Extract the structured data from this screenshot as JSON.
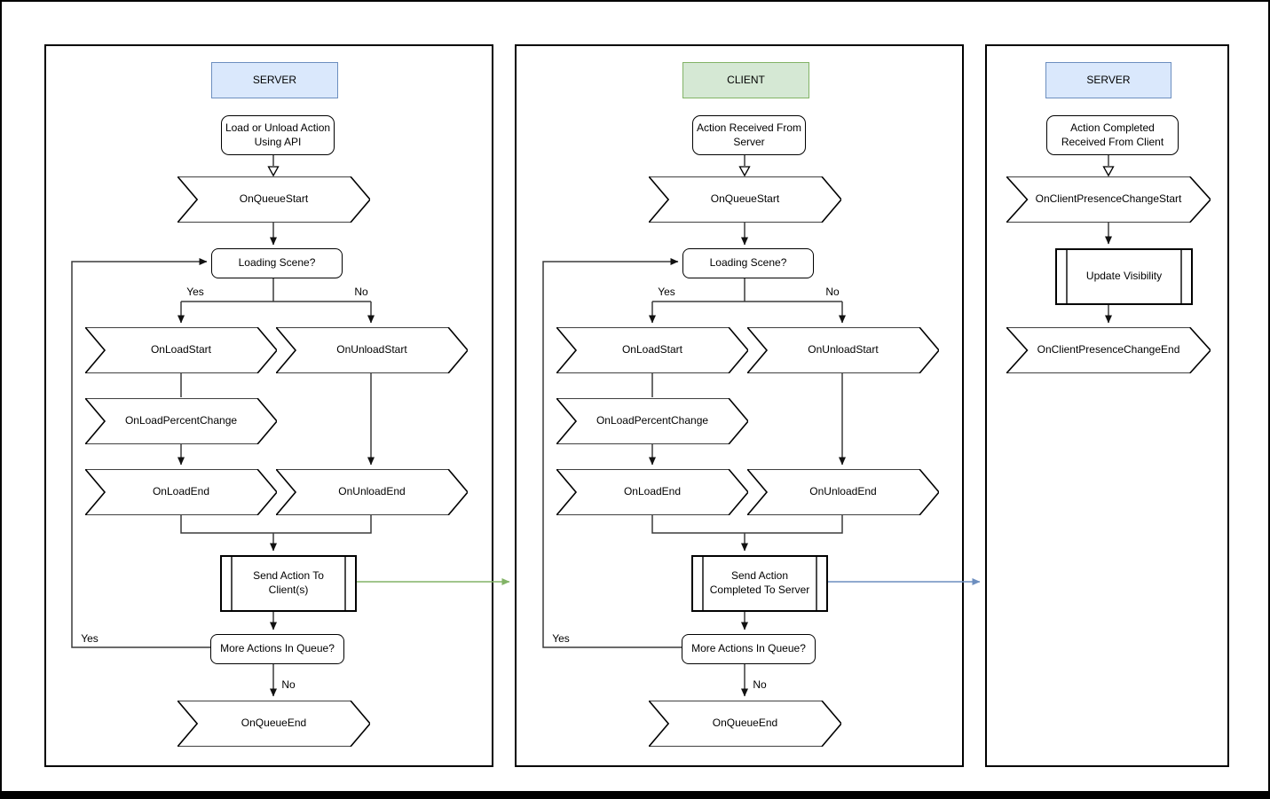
{
  "colors": {
    "server_header_fill": "#dae8fc",
    "server_header_border": "#6c8ebf",
    "client_header_fill": "#d5e8d4",
    "client_header_border": "#82b366",
    "server_to_client_arrow": "#82b366",
    "client_to_server_arrow": "#6c8ebf",
    "shape_border": "#000000",
    "connector": "#3a3a3a",
    "background": "#ffffff"
  },
  "panels": [
    {
      "title": "SERVER",
      "nodes": {
        "start": "Load or Unload Action Using API",
        "queue_start": "OnQueueStart",
        "loading_scene": "Loading Scene?",
        "branch_yes": "Yes",
        "branch_no": "No",
        "load_start": "OnLoadStart",
        "unload_start": "OnUnloadStart",
        "load_percent_change": "OnLoadPercentChange",
        "load_end": "OnLoadEnd",
        "unload_end": "OnUnloadEnd",
        "send": "Send Action To Client(s)",
        "more_actions": "More Actions In Queue?",
        "loop_yes": "Yes",
        "exit_no": "No",
        "queue_end": "OnQueueEnd"
      }
    },
    {
      "title": "CLIENT",
      "nodes": {
        "start": "Action Received From Server",
        "queue_start": "OnQueueStart",
        "loading_scene": "Loading Scene?",
        "branch_yes": "Yes",
        "branch_no": "No",
        "load_start": "OnLoadStart",
        "unload_start": "OnUnloadStart",
        "load_percent_change": "OnLoadPercentChange",
        "load_end": "OnLoadEnd",
        "unload_end": "OnUnloadEnd",
        "send": "Send Action Completed To Server",
        "more_actions": "More Actions In Queue?",
        "loop_yes": "Yes",
        "exit_no": "No",
        "queue_end": "OnQueueEnd"
      }
    },
    {
      "title": "SERVER",
      "nodes": {
        "start": "Action Completed Received From Client",
        "presence_change_start": "OnClientPresenceChangeStart",
        "update_visibility": "Update Visibility",
        "presence_change_end": "OnClientPresenceChangeEnd"
      }
    }
  ]
}
